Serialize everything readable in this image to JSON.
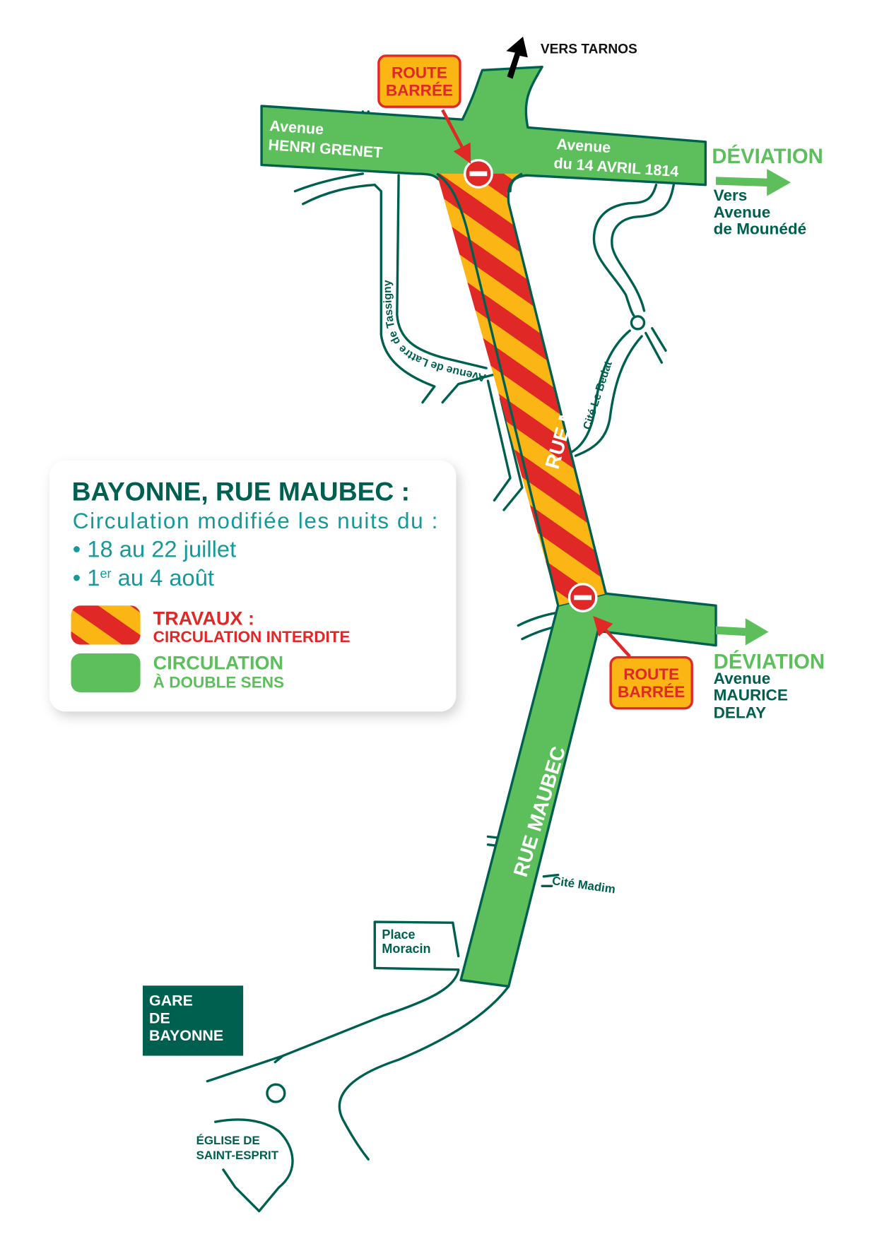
{
  "colors": {
    "green": "#5cbf5c",
    "dark_green": "#00604f",
    "red": "#e02826",
    "yellow": "#fbb515",
    "teal": "#17999a"
  },
  "legend": {
    "title": "BAYONNE, RUE MAUBEC :",
    "subtitle": "Circulation modifiée les nuits du :",
    "date1": "18 au 22 juillet",
    "date2_num": "1",
    "date2_sup": "er",
    "date2_rest": " au 4 août",
    "works_title": "TRAVAUX :",
    "works_sub": "CIRCULATION INTERDITE",
    "open_title": "CIRCULATION",
    "open_sub": "À DOUBLE SENS"
  },
  "map": {
    "north_label": "VERS TARNOS",
    "henri_grenet_1": "Avenue",
    "henri_grenet_2": "HENRI GRENET",
    "avril_1": "Avenue",
    "avril_2": "du 14 AVRIL 1814",
    "deviation1_title": "DÉVIATION",
    "deviation1_lines": [
      "Vers",
      "Avenue",
      "de Mounédé"
    ],
    "deviation2_title": "DÉVIATION",
    "deviation2_lines": [
      "Avenue",
      "MAURICE",
      "DELAY"
    ],
    "route_barree_1": [
      "ROUTE",
      "BARRÉE"
    ],
    "route_barree_2": [
      "ROUTE",
      "BARRÉE"
    ],
    "rue_maubec_upper": "RUE MAUBEC",
    "rue_maubec_lower": "RUE MAUBEC",
    "lattre": "Avenue de Lattre de Tassigny",
    "bedat": "Cité Le Bedat",
    "madim": "Cité Madim",
    "moracin": [
      "Place",
      "Moracin"
    ],
    "gare": [
      "GARE",
      "DE",
      "BAYONNE"
    ],
    "eglise": [
      "ÉGLISE DE",
      "SAINT-ESPRIT"
    ]
  }
}
